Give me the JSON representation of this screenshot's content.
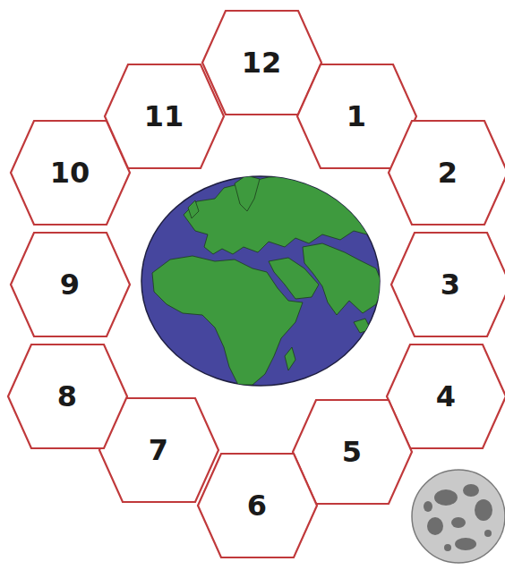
{
  "diagram": {
    "nodes": [
      {
        "text": [
          "12"
        ]
      },
      {
        "text": [
          "1"
        ]
      },
      {
        "text": [
          "2"
        ]
      },
      {
        "text": [
          "3"
        ]
      },
      {
        "text": [
          "4"
        ]
      },
      {
        "text": [
          "5"
        ]
      },
      {
        "text": [
          "6"
        ]
      },
      {
        "text": [
          "7"
        ]
      },
      {
        "text": [
          "8"
        ]
      },
      {
        "text": [
          "9"
        ]
      },
      {
        "text": [
          "10"
        ]
      },
      {
        "text": [
          "11"
        ]
      }
    ]
  }
}
